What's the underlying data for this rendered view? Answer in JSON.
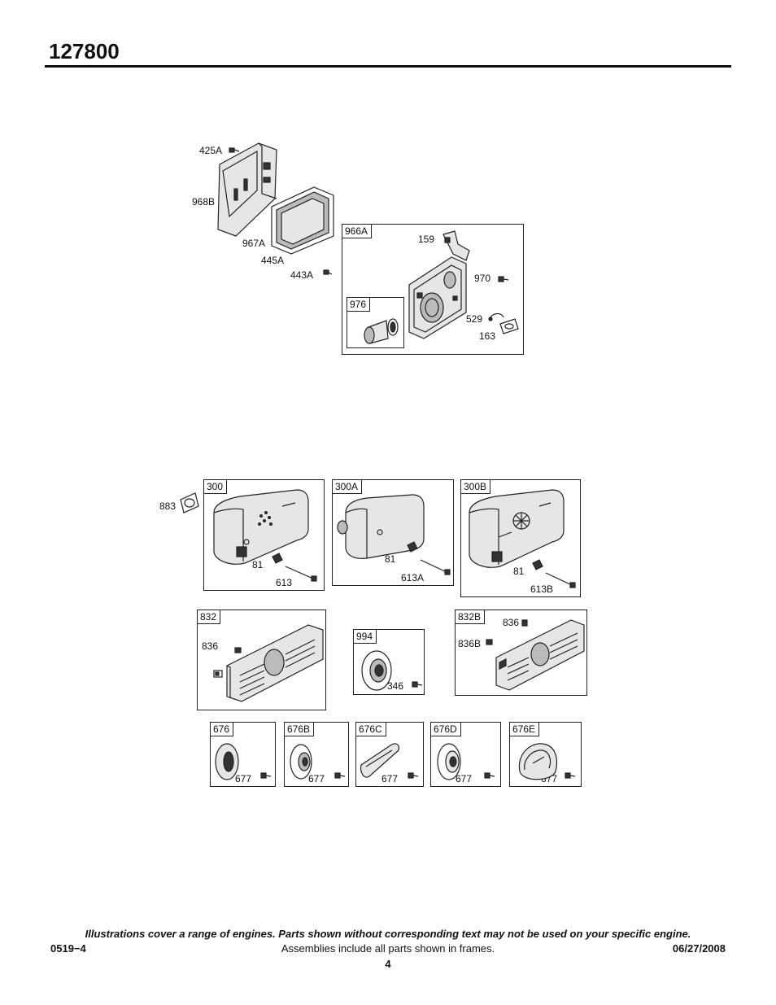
{
  "header": {
    "model_number": "127800"
  },
  "callouts": {
    "c425A": "425A",
    "c968B": "968B",
    "c967A": "967A",
    "c445A": "445A",
    "c443A": "443A",
    "c159": "159",
    "c970": "970",
    "c529": "529",
    "c163": "163",
    "c883": "883",
    "c81a": "81",
    "c613": "613",
    "c81b": "81",
    "c613A": "613A",
    "c81c": "81",
    "c613B": "613B",
    "c836a": "836",
    "c346": "346",
    "c836b": "836",
    "c836B": "836B",
    "c677a": "677",
    "c677b": "677",
    "c677c": "677",
    "c677d": "677",
    "c677e": "677"
  },
  "frames": {
    "f966A": "966A",
    "f976": "976",
    "f300": "300",
    "f300A": "300A",
    "f300B": "300B",
    "f832": "832",
    "f994": "994",
    "f832B": "832B",
    "f676": "676",
    "f676B": "676B",
    "f676C": "676C",
    "f676D": "676D",
    "f676E": "676E"
  },
  "footer": {
    "disclaimer": "Illustrations cover a range of engines. Parts shown without corresponding text may not be used on your specific engine.",
    "doc_code": "0519−4",
    "assemblies_note": "Assemblies include all parts shown in frames.",
    "date": "06/27/2008",
    "page_number": "4"
  }
}
